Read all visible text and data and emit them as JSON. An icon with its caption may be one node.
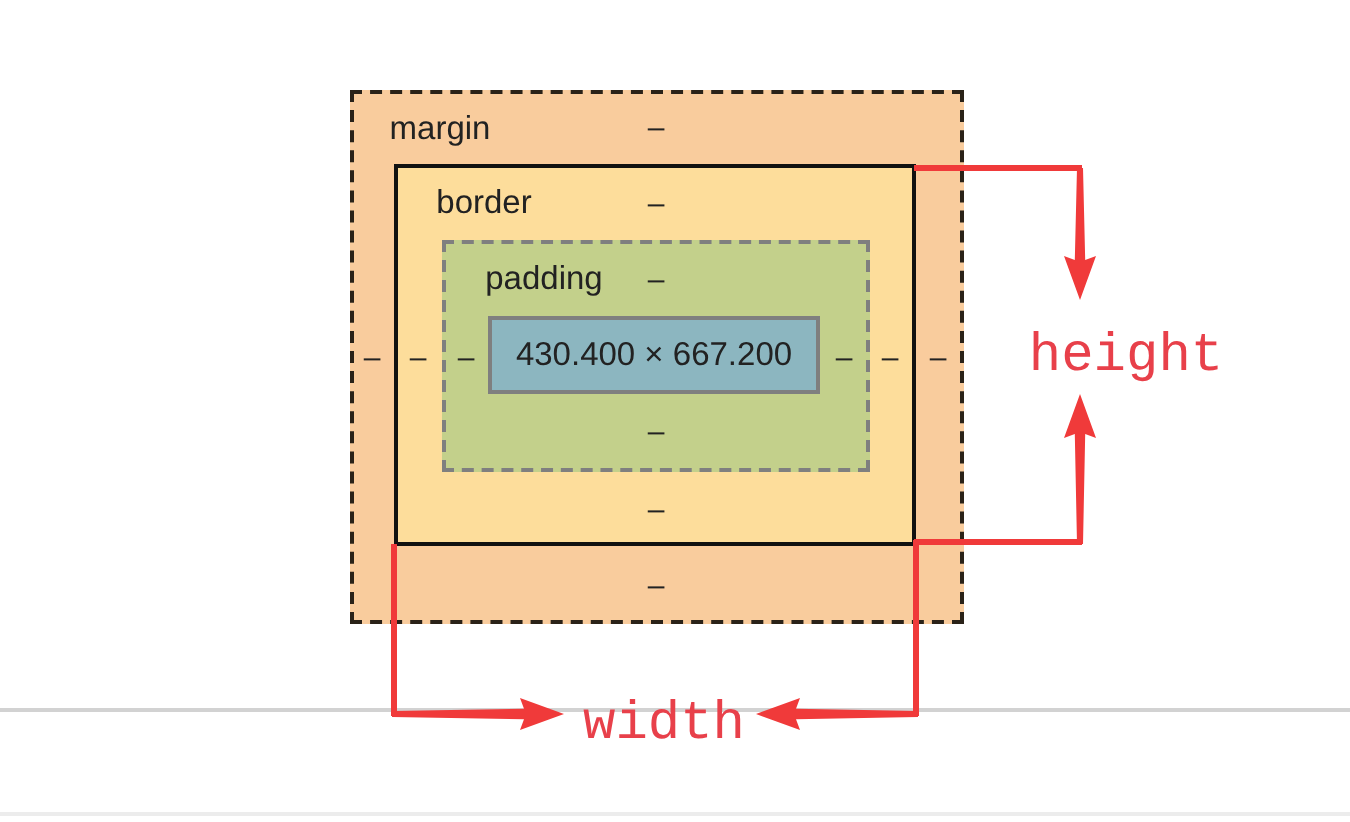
{
  "diagram": {
    "nodes": [
      {
        "text": [
          "margin",
          "–",
          "–",
          "–",
          "–"
        ]
      },
      {
        "text": [
          "border",
          "–",
          "–",
          "–",
          "–"
        ],
        "in": 0
      },
      {
        "text": [
          "padding",
          "–",
          "–",
          "–",
          "–"
        ],
        "in": 1
      },
      {
        "text": [
          "430.400 × 667.200"
        ],
        "in": 2
      }
    ],
    "labels": [
      "height",
      "width"
    ]
  }
}
